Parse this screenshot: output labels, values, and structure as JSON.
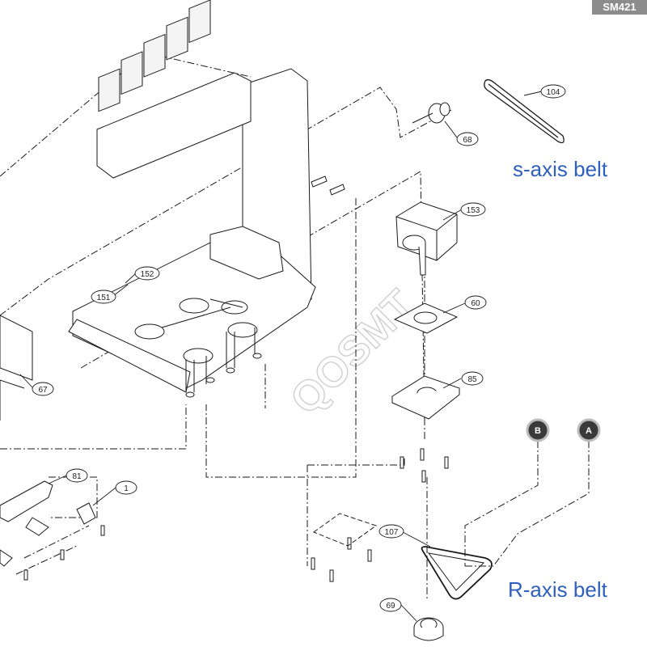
{
  "model_tag": "SM421",
  "watermark": "QOSMT",
  "belt_labels": {
    "s_axis": "s-axis belt",
    "r_axis": "R-axis belt"
  },
  "markers": {
    "a": "A",
    "b": "B"
  },
  "callouts": [
    "104",
    "68",
    "153",
    "60",
    "85",
    "152",
    "151",
    "67",
    "81",
    "1",
    "107",
    "69"
  ],
  "colors": {
    "label_blue": "#2f5fbf",
    "line": "#1a1a1a",
    "tag_bg": "#8c8c8c",
    "marker": "#3a3a3a"
  }
}
